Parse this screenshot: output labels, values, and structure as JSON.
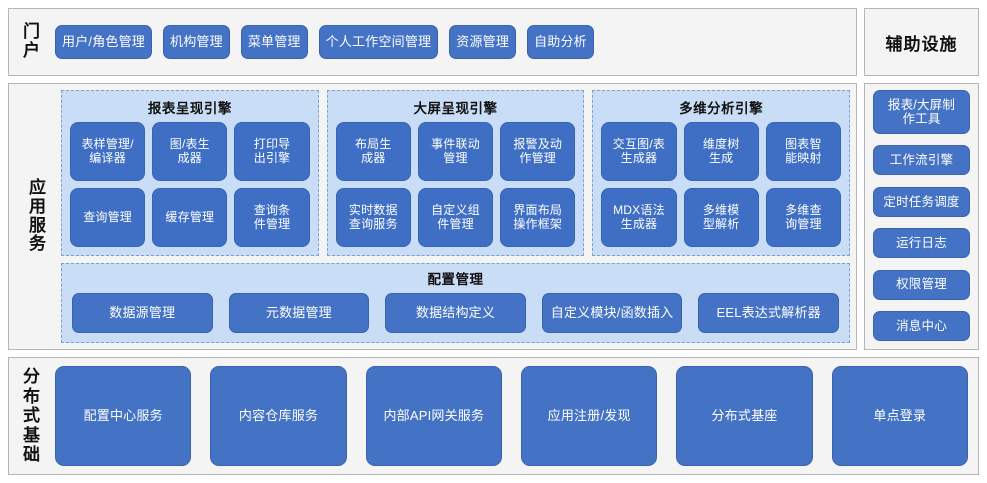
{
  "theme": {
    "button_blue": "#4472c4",
    "inner_button_blue": "#3f6fc4",
    "panel_background": "#c9ddf6",
    "panel_border": "#7f9fd0",
    "frame_background": "#f4f4f4",
    "frame_border": "#b6b6b6",
    "text_on_button": "#ffffff",
    "label_text": "#111111"
  },
  "portal": {
    "label": "门户",
    "items": [
      {
        "label": "用户/角色管理"
      },
      {
        "label": "机构管理"
      },
      {
        "label": "菜单管理"
      },
      {
        "label": "个人工作空间管理"
      },
      {
        "label": "资源管理"
      },
      {
        "label": "自助分析"
      }
    ]
  },
  "app_services": {
    "label": "应用服务",
    "engines": [
      {
        "title": "报表呈现引擎",
        "items": [
          {
            "label": "表样管理/\n编译器"
          },
          {
            "label": "图/表生\n成器"
          },
          {
            "label": "打印导\n出引擎"
          },
          {
            "label": "查询管理"
          },
          {
            "label": "缓存管理"
          },
          {
            "label": "查询条\n件管理"
          }
        ]
      },
      {
        "title": "大屏呈现引擎",
        "items": [
          {
            "label": "布局生\n成器"
          },
          {
            "label": "事件联动\n管理"
          },
          {
            "label": "报警及动\n作管理"
          },
          {
            "label": "实时数据\n查询服务"
          },
          {
            "label": "自定义组\n件管理"
          },
          {
            "label": "界面布局\n操作框架"
          }
        ]
      },
      {
        "title": "多维分析引擎",
        "items": [
          {
            "label": "交互图/表\n生成器"
          },
          {
            "label": "维度树\n生成"
          },
          {
            "label": "图表智\n能映射"
          },
          {
            "label": "MDX语法\n生成器"
          },
          {
            "label": "多维模\n型解析"
          },
          {
            "label": "多维查\n询管理"
          }
        ]
      }
    ],
    "config": {
      "title": "配置管理",
      "items": [
        {
          "label": "数据源管理"
        },
        {
          "label": "元数据管理"
        },
        {
          "label": "数据结构定义"
        },
        {
          "label": "自定义模块/函数插入"
        },
        {
          "label": "EEL表达式解析器"
        }
      ]
    }
  },
  "aux": {
    "title": "辅助设施",
    "items": [
      {
        "label": "报表/大屏制\n作工具",
        "size": "tall"
      },
      {
        "label": "工作流引擎",
        "size": "norm"
      },
      {
        "label": "定时任务调度",
        "size": "norm"
      },
      {
        "label": "运行日志",
        "size": "norm"
      },
      {
        "label": "权限管理",
        "size": "norm"
      },
      {
        "label": "消息中心",
        "size": "norm"
      }
    ]
  },
  "distributed": {
    "label": "分布式基础",
    "items": [
      {
        "label": "配置中心服务"
      },
      {
        "label": "内容仓库服务"
      },
      {
        "label": "内部API网关服务"
      },
      {
        "label": "应用注册/发现"
      },
      {
        "label": "分布式基座"
      },
      {
        "label": "单点登录"
      }
    ]
  }
}
